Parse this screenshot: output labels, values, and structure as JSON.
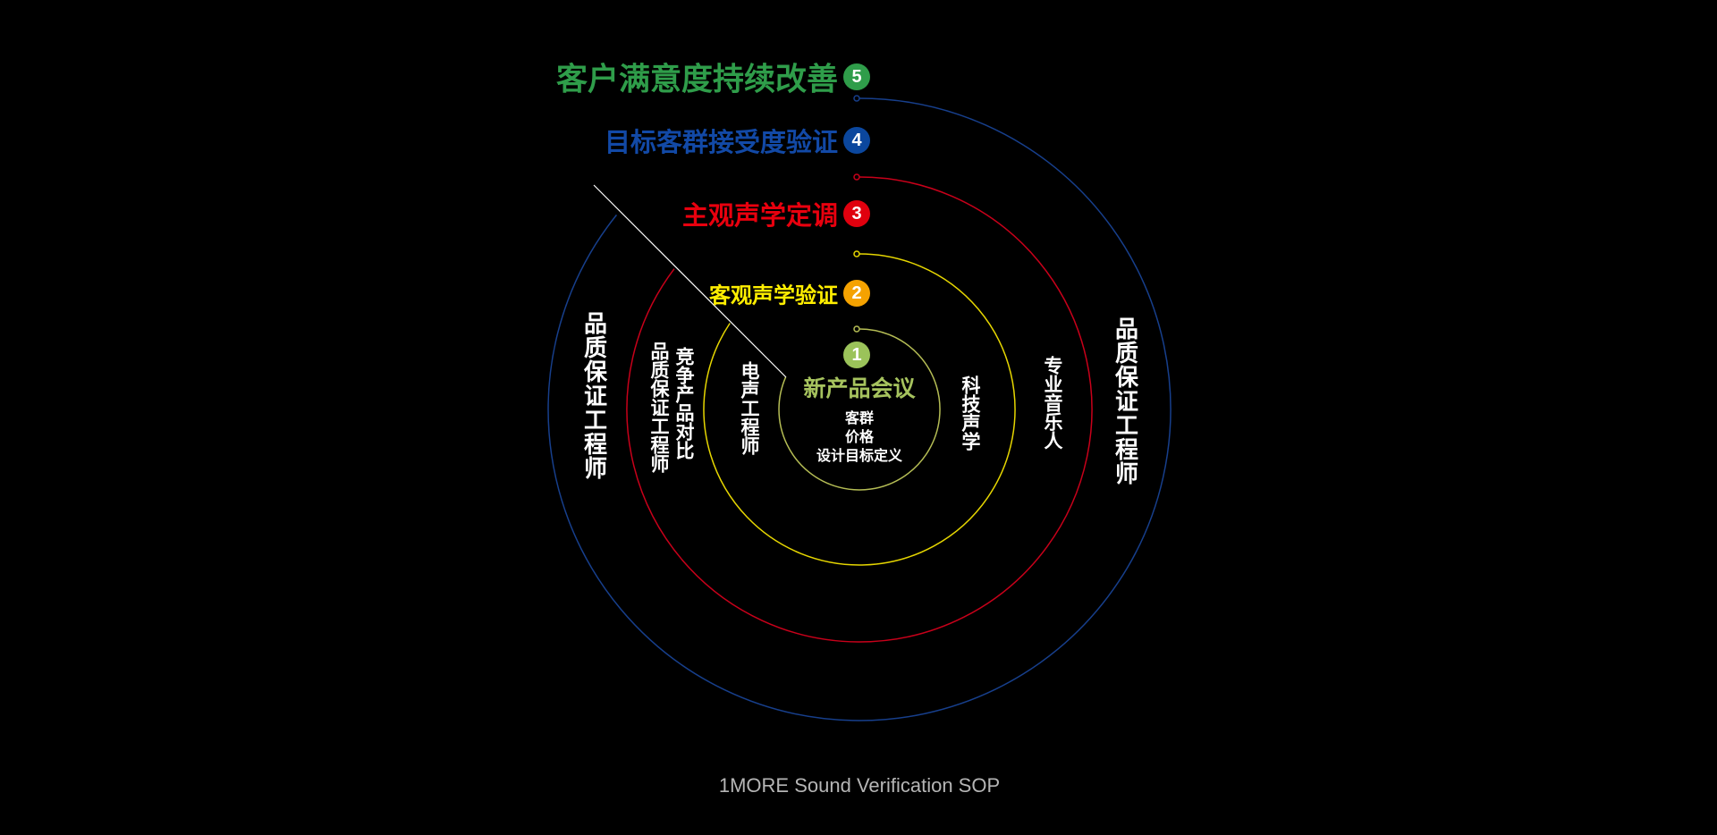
{
  "stages": [
    {
      "num": "1",
      "label": "新产品会议",
      "color": "#a6c35e",
      "badge": "#9bc35a"
    },
    {
      "num": "2",
      "label": "客观声学验证",
      "color": "#ffee00",
      "badge": "#f5a200"
    },
    {
      "num": "3",
      "label": "主观声学定调",
      "color": "#e8000e",
      "badge": "#e0000e"
    },
    {
      "num": "4",
      "label": "目标客群接受度验证",
      "color": "#1249a6",
      "badge": "#0b479e"
    },
    {
      "num": "5",
      "label": "客户满意度持续改善",
      "color": "#2f9d4a",
      "badge": "#2f9d4a"
    }
  ],
  "center_items": [
    "客群",
    "价格",
    "设计目标定义"
  ],
  "roles": {
    "outer_left": "品质保证工程师",
    "red_left_a": "品质保证工程师",
    "red_left_b": "竞争产品对比",
    "yellow_left": "电声工程师",
    "yellow_right": "科技声学",
    "red_right": "专业音乐人",
    "outer_right": "品质保证工程师"
  },
  "ring_colors": {
    "inner": "#b5bd55",
    "yellow": "#e6d600",
    "red": "#c8001a",
    "blue": "#173f8c",
    "divider": "#ffffff"
  },
  "footer": "1MORE Sound Verification SOP"
}
